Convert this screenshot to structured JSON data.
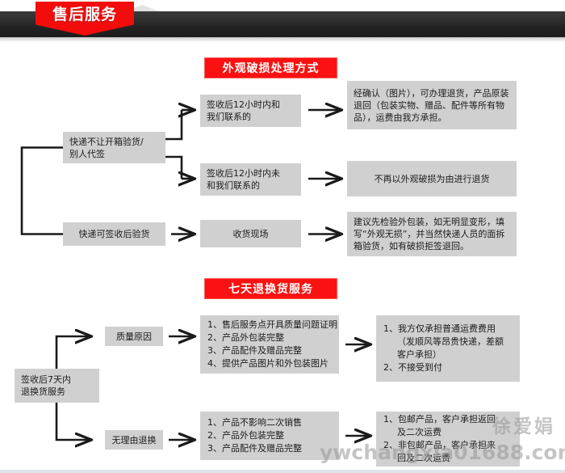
{
  "banner": {
    "ribbon_label": "售后服务"
  },
  "sections": [
    {
      "id": "appearance",
      "title": "外观破损处理方式",
      "nodes": {
        "cond_no_open": "快递不让开箱验货/别人代签",
        "cond_no_open_lines": [
          "快递不让开箱验货/",
          "别人代签"
        ],
        "cond_can_open": "快递可签收后验货",
        "branch_contact_12h": [
          "签收后12小时内和",
          "我们联系的"
        ],
        "branch_nocontact_12h": [
          "签收后12小时内未",
          "和我们联系的"
        ],
        "branch_onsite": "收货现场",
        "result_refund": "经确认（图片），可办理退货，产品原装退回（包装实物、赠品、配件等所有物品），运费由我方承担。",
        "result_no_refund": "不再以外观破损为由进行退货",
        "result_advice": "建议先检验外包装，如无明显变形，填写“外观无损”，并当然快递人员的面拆箱验货，如有破损拒签退回。"
      }
    },
    {
      "id": "sevenday",
      "title": "七天退换货服务",
      "nodes": {
        "root": [
          "签收后7天内",
          "退换货服务"
        ],
        "branch_quality": "质量原因",
        "branch_noreason": "无理由退换",
        "quality_requirements": [
          "1、售后服务点开具质量问题证明",
          "2、产品外包装完整",
          "3、产品配件及赠品完整",
          "4、提供产品图片和外包装图片"
        ],
        "quality_fee": [
          "1、我方仅承担普通运费费用",
          "（发顺风等昂贵快递，差额",
          "客户承担）",
          "2、不接受到付"
        ],
        "quality_fee_indent": [
          false,
          true,
          true,
          false
        ],
        "noreason_requirements": [
          "1、产品不影响二次销售",
          "2、产品外包装完整",
          "3、产品配件及赠品完整"
        ],
        "noreason_fee": [
          "1、包邮产品，客户承担返回",
          "及二次运费",
          "2、非包邮产品，客户承担来",
          "回及二次运费"
        ],
        "noreason_fee_indent": [
          false,
          true,
          false,
          true
        ]
      }
    }
  ],
  "watermark": {
    "name": "徐爱娟",
    "url": "ywchangxia01688.com"
  },
  "colors": {
    "accent_red": "#fb1111",
    "banner_black": "#2b2b2b",
    "box_grey": "#d0d0d0",
    "line_dark": "#1a1a1a"
  }
}
